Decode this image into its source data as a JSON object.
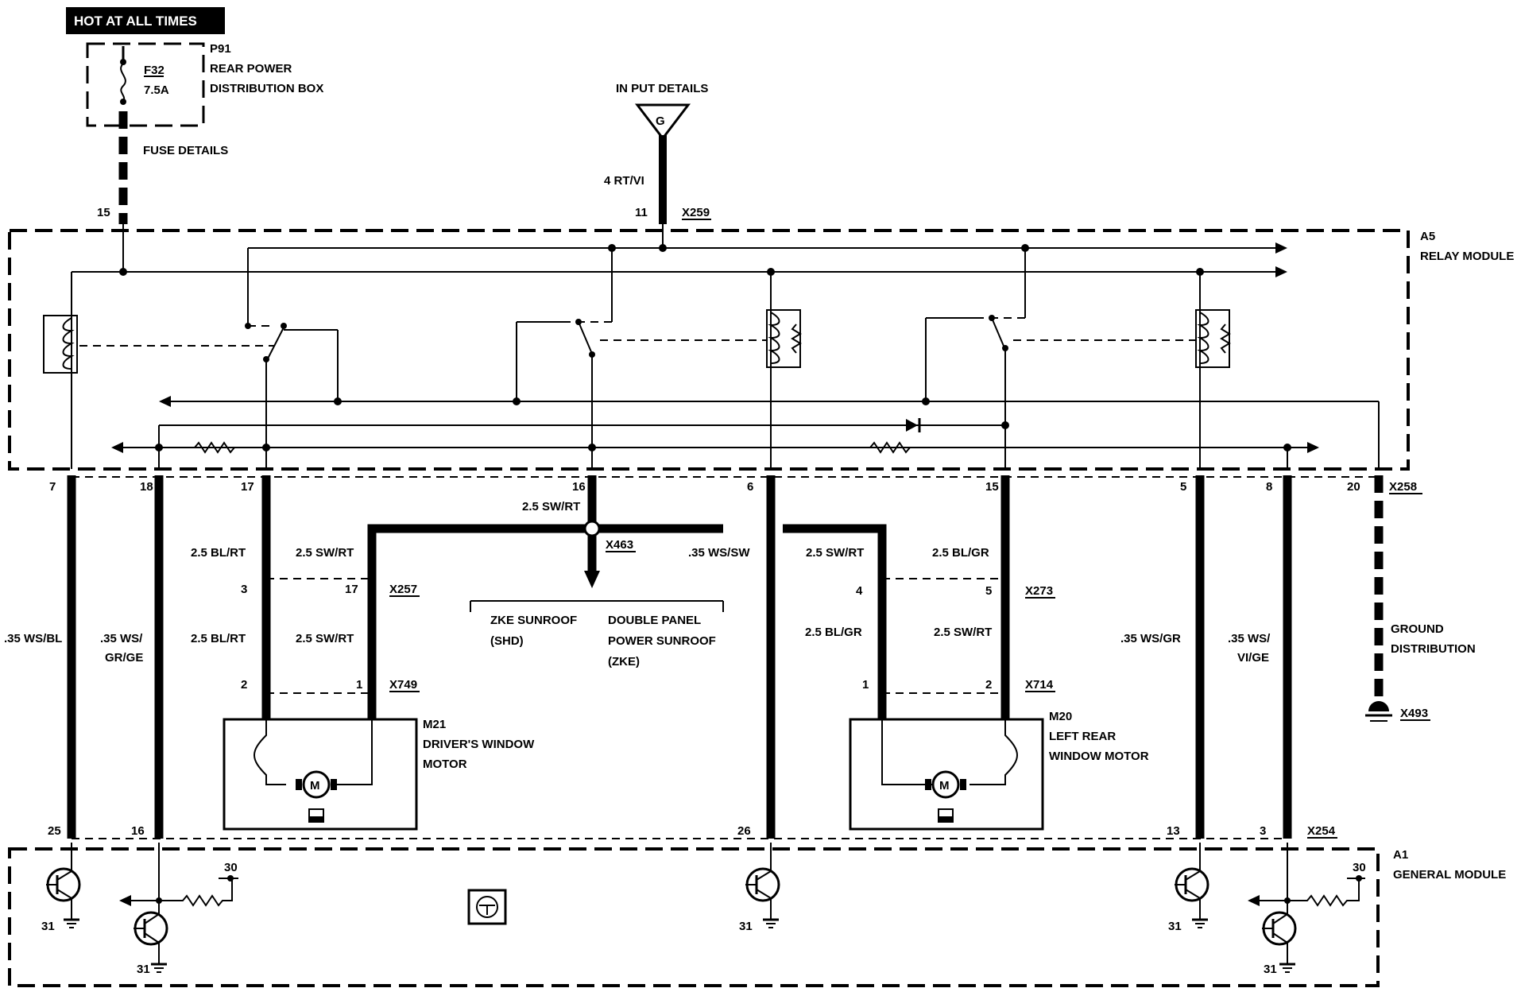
{
  "header": {
    "hot_label": "HOT AT ALL TIMES"
  },
  "fuse_box": {
    "id": "P91",
    "name_line1": "REAR POWER",
    "name_line2": "DISTRIBUTION BOX",
    "fuse_id": "F32",
    "fuse_rating": "7.5A",
    "details": "FUSE DETAILS"
  },
  "input": {
    "label": "IN PUT DETAILS",
    "symbol": "G",
    "wire": "4 RT/VI"
  },
  "relay_module": {
    "id": "A5",
    "name": "RELAY MODULE",
    "top_connector": "X259",
    "top_pins": [
      "15",
      "11"
    ],
    "bottom_connector": "X258",
    "bottom_pins": [
      "7",
      "18",
      "17",
      "16",
      "6",
      "15",
      "5",
      "8",
      "20"
    ]
  },
  "splice": {
    "id": "X463",
    "wire_in": "2.5 SW/RT",
    "wire_right": ".35 WS/SW",
    "wire_left": "2.5 SW/RT",
    "wire_right2": "2.5 SW/RT"
  },
  "sunroof": {
    "zke_line1": "ZKE SUNROOF",
    "zke_line2": "(SHD)",
    "dp_line1": "DOUBLE PANEL",
    "dp_line2": "POWER SUNROOF",
    "dp_line3": "(ZKE)"
  },
  "wires": {
    "w7": ".35 WS/BL",
    "w18_line1": ".35 WS/",
    "w18_line2": "GR/GE",
    "w17_a": "2.5 BL/RT",
    "w17_b": "2.5 BL/RT",
    "w16_a": "2.5 SW/RT",
    "w16_b": "2.5 SW/RT",
    "w15_a": "2.5 BL/GR",
    "w15_b": "2.5 SW/RT",
    "w15_c": "2.5 BL/GR",
    "w5": ".35 WS/GR",
    "w8_line1": ".35 WS/",
    "w8_line2": "VI/GE"
  },
  "connectors": {
    "x257": "X257",
    "x257_pins": [
      "3",
      "17"
    ],
    "x749": "X749",
    "x749_pins": [
      "2",
      "1"
    ],
    "x273": "X273",
    "x273_pins": [
      "4",
      "5"
    ],
    "x714": "X714",
    "x714_pins": [
      "1",
      "2"
    ],
    "x254": "X254",
    "x254_pins": [
      "25",
      "16",
      "26",
      "13",
      "3"
    ]
  },
  "motors": {
    "m21_id": "M21",
    "m21_line1": "DRIVER'S WINDOW",
    "m21_line2": "MOTOR",
    "m20_id": "M20",
    "m20_line1": "LEFT REAR",
    "m20_line2": "WINDOW MOTOR",
    "m_symbol": "M"
  },
  "ground": {
    "line1": "GROUND",
    "line2": "DISTRIBUTION",
    "connector": "X493"
  },
  "general_module": {
    "id": "A1",
    "name": "GENERAL MODULE",
    "pin31": "31",
    "pin30": "30"
  }
}
